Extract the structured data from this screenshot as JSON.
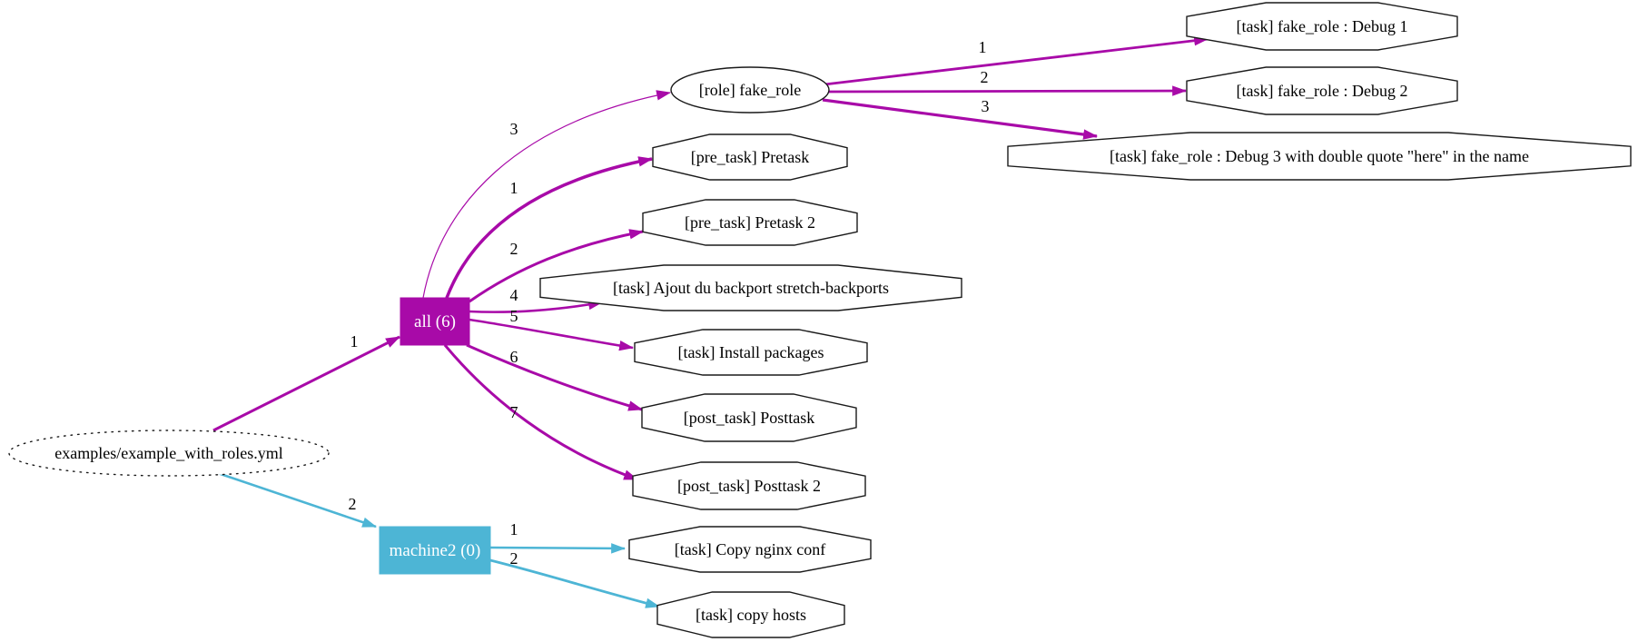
{
  "page": {
    "background": "#ffffff"
  },
  "diagram": {
    "type": "playbook-graph",
    "colors": {
      "play1": "#a80aa8",
      "play2": "#4db5d5",
      "node_border": "#1a1a1a",
      "node_fill": "#ffffff",
      "node_text": "#000000",
      "box_text": "#ffffff"
    },
    "nodes": [
      {
        "id": "root",
        "label": "examples/example_with_roles.yml",
        "shape": "ellipse-dotted",
        "color_key": null
      },
      {
        "id": "all",
        "label": "all (6)",
        "shape": "box",
        "color_key": "play1"
      },
      {
        "id": "machine2",
        "label": "machine2 (0)",
        "shape": "box",
        "color_key": "play2"
      },
      {
        "id": "fake_role",
        "label": "[role] fake_role",
        "shape": "ellipse",
        "color_key": null
      },
      {
        "id": "pretask",
        "label": "[pre_task] Pretask",
        "shape": "octagon",
        "color_key": null
      },
      {
        "id": "pretask2",
        "label": "[pre_task] Pretask 2",
        "shape": "octagon",
        "color_key": null
      },
      {
        "id": "ajout",
        "label": "[task] Ajout du backport stretch-backports",
        "shape": "octagon",
        "color_key": null
      },
      {
        "id": "install",
        "label": "[task] Install packages",
        "shape": "octagon",
        "color_key": null
      },
      {
        "id": "posttask",
        "label": "[post_task] Posttask",
        "shape": "octagon",
        "color_key": null
      },
      {
        "id": "posttask2",
        "label": "[post_task] Posttask 2",
        "shape": "octagon",
        "color_key": null
      },
      {
        "id": "copy_nginx",
        "label": "[task] Copy nginx conf",
        "shape": "octagon",
        "color_key": null
      },
      {
        "id": "copy_hosts",
        "label": "[task] copy hosts",
        "shape": "octagon",
        "color_key": null
      },
      {
        "id": "debug1",
        "label": "[task] fake_role : Debug 1",
        "shape": "octagon",
        "color_key": null
      },
      {
        "id": "debug2",
        "label": "[task] fake_role : Debug 2",
        "shape": "octagon",
        "color_key": null
      },
      {
        "id": "debug3",
        "label": "[task] fake_role : Debug 3 with double quote \"here\" in the name",
        "shape": "octagon",
        "color_key": null
      }
    ],
    "edges": [
      {
        "from": "root",
        "to": "all",
        "label": "1",
        "color_key": "play1"
      },
      {
        "from": "root",
        "to": "machine2",
        "label": "2",
        "color_key": "play2"
      },
      {
        "from": "all",
        "to": "fake_role",
        "label": "3",
        "color_key": "play1"
      },
      {
        "from": "all",
        "to": "pretask",
        "label": "1",
        "color_key": "play1"
      },
      {
        "from": "all",
        "to": "pretask2",
        "label": "2",
        "color_key": "play1"
      },
      {
        "from": "all",
        "to": "ajout",
        "label": "4",
        "color_key": "play1"
      },
      {
        "from": "all",
        "to": "install",
        "label": "5",
        "color_key": "play1"
      },
      {
        "from": "all",
        "to": "posttask",
        "label": "6",
        "color_key": "play1"
      },
      {
        "from": "all",
        "to": "posttask2",
        "label": "7",
        "color_key": "play1"
      },
      {
        "from": "fake_role",
        "to": "debug1",
        "label": "1",
        "color_key": "play1"
      },
      {
        "from": "fake_role",
        "to": "debug2",
        "label": "2",
        "color_key": "play1"
      },
      {
        "from": "fake_role",
        "to": "debug3",
        "label": "3",
        "color_key": "play1"
      },
      {
        "from": "machine2",
        "to": "copy_nginx",
        "label": "1",
        "color_key": "play2"
      },
      {
        "from": "machine2",
        "to": "copy_hosts",
        "label": "2",
        "color_key": "play2"
      }
    ]
  }
}
